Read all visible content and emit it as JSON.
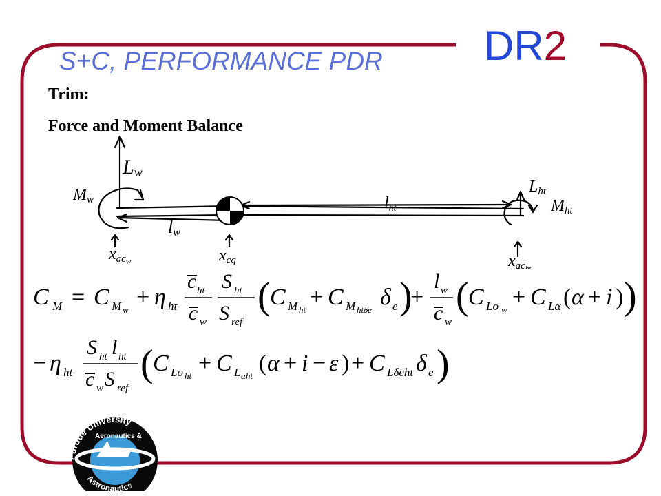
{
  "slide": {
    "title": "S+C, PERFORMANCE PDR",
    "logo_text": "DR",
    "logo_num": "2",
    "heading_1": "Trim:",
    "heading_2": "Force and Moment Balance"
  },
  "diagram": {
    "lift_wing": "L",
    "lift_wing_sub": "w",
    "moment_wing": "M",
    "moment_wing_sub": "w",
    "arm_wing": "l",
    "arm_wing_sub": "w",
    "arm_tail": "l",
    "arm_tail_sub": "ht",
    "lift_tail": "L",
    "lift_tail_sub": "ht",
    "moment_tail": "M",
    "moment_tail_sub": "ht",
    "x_ac_w": "x",
    "x_ac_w_sub": "ac",
    "x_ac_w_subsub": "w",
    "x_cg": "x",
    "x_cg_sub": "cg",
    "x_ac_ht": "x",
    "x_ac_ht_sub": "ac",
    "x_ac_ht_subsub": "ht"
  },
  "equation": {
    "C": "C",
    "M": "M",
    "w": "w",
    "eta": "η",
    "ht": "ht",
    "c": "c",
    "S": "S",
    "ref": "ref",
    "Mht_de": "M",
    "ht_de": "htδe",
    "delta": "δ",
    "e": "e",
    "l": "l",
    "Lo": "Lo",
    "La": "Lα",
    "alpha": "α",
    "i": "i",
    "eps": "ε",
    "L": "L",
    "aht": "αht",
    "Ldeht": "Lδeht",
    "eq": "=",
    "plus": "+",
    "minus": "−",
    "lp": "(",
    "rp": ")"
  },
  "badge": {
    "top_text": "Purdue University",
    "middle_text": "Aeronautics &",
    "bottom_text": "Astronautics"
  },
  "colors": {
    "title": "#5b6fd8",
    "logo_dr": "#2547d8",
    "logo_two": "#a30b2c",
    "frame": "#9c0d2b",
    "badge_ring": "#0a0a0a",
    "badge_blue": "#3d9ad9"
  }
}
